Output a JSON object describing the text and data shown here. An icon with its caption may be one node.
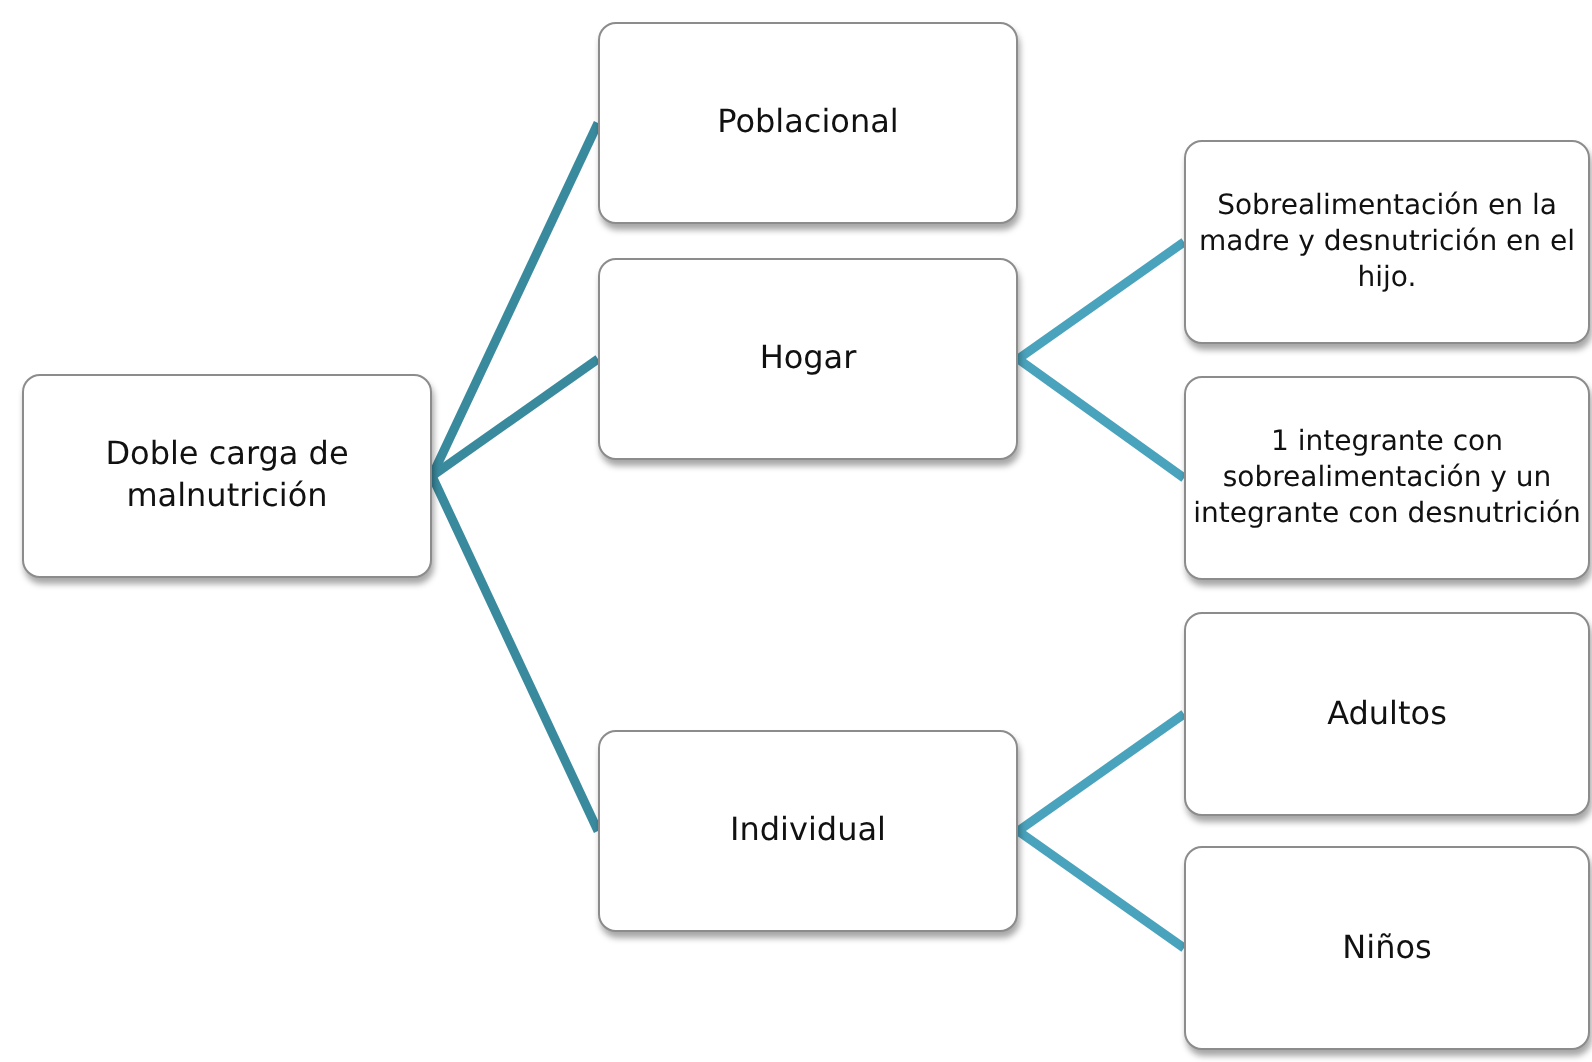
{
  "diagram": {
    "nodes": [
      {
        "text": [
          "Doble carga de malnutrición"
        ]
      },
      {
        "text": [
          "Poblacional"
        ]
      },
      {
        "text": [
          "Hogar"
        ]
      },
      {
        "text": [
          "Individual"
        ]
      },
      {
        "text": [
          "Sobrealimentación en la madre y desnutrición en el hijo."
        ]
      },
      {
        "text": [
          "1 integrante con sobrealimentación y un integrante con desnutrición"
        ]
      },
      {
        "text": [
          "Adultos"
        ]
      },
      {
        "text": [
          "Niños"
        ]
      }
    ],
    "edges": [
      {
        "from": 0,
        "to": 1,
        "arrow": "none",
        "color": "#3a8a9e"
      },
      {
        "from": 0,
        "to": 2,
        "arrow": "none",
        "color": "#3a8a9e"
      },
      {
        "from": 0,
        "to": 3,
        "arrow": "none",
        "color": "#3a8a9e"
      },
      {
        "from": 2,
        "to": 4,
        "arrow": "none"
      },
      {
        "from": 2,
        "to": 5,
        "arrow": "none"
      },
      {
        "from": 3,
        "to": 6,
        "arrow": "none"
      },
      {
        "from": 3,
        "to": 7,
        "arrow": "none"
      }
    ]
  }
}
